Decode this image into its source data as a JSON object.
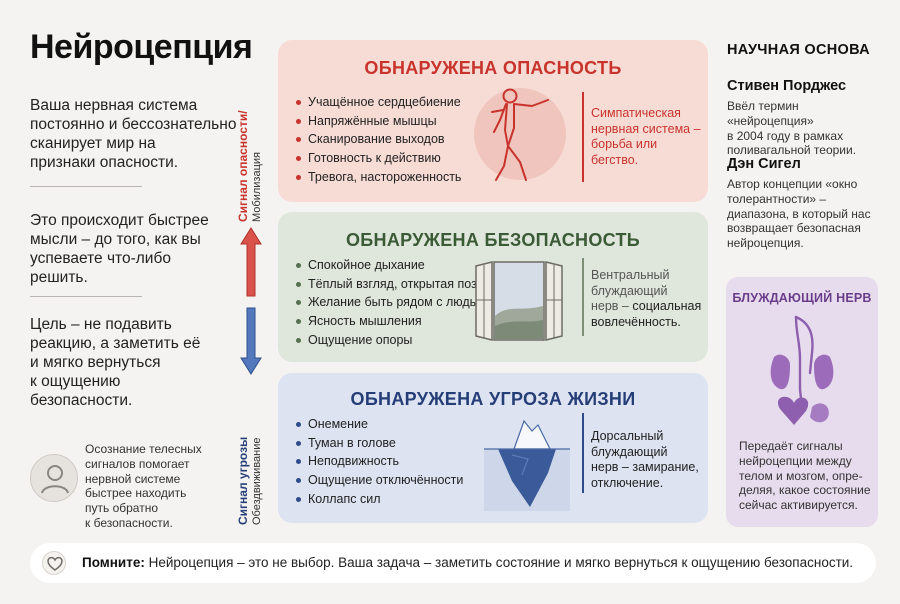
{
  "title": "Нейроцепция",
  "intro": [
    [
      "Ваша нервная система",
      "постоянно и бессознательно",
      "сканирует мир на",
      "признаки опасности."
    ],
    [
      "Это происходит быстрее",
      "мысли – до того, как вы",
      "успеваете что-либо",
      "решить."
    ],
    [
      "Цель – не подавить",
      "реакцию, а заметить её",
      "и мягко вернуться",
      "к ощущению",
      "безопасности."
    ]
  ],
  "awareness": {
    "icon": "person-icon",
    "lines": [
      "Осознание телесных",
      "сигналов помогает",
      "нервной системе",
      "быстрее находить",
      "путь обратно",
      "к безопасности."
    ]
  },
  "axis": {
    "up_label": "Сигнал опасности/",
    "up_sub": "Мобилизация",
    "down_label": "Сигнал угрозы",
    "down_sub": "Обездвиживание",
    "up_color": "#c8332c",
    "down_color": "#3a5a9a"
  },
  "panels": {
    "danger": {
      "title": "ОБНАРУЖЕНА ОПАСНОСТЬ",
      "items": [
        "Учащённое сердцебиение",
        "Напряжённые мышцы",
        "Сканирование выходов",
        "Готовность к действию",
        "Тревога, настороженность"
      ],
      "side": [
        "Симпатическая",
        "нервная система –",
        "борьба или",
        "бегство."
      ],
      "picture": "fighting-figure-icon",
      "color": "#c8332c"
    },
    "safety": {
      "title": "ОБНАРУЖЕНА БЕЗОПАСНОСТЬ",
      "items": [
        "Спокойное дыхание",
        "Тёплый взгляд, открытая поза",
        "Желание быть рядом с людьми",
        "Ясность мышления",
        "Ощущение опоры"
      ],
      "side": [
        "Вентральный",
        "блуждающий",
        "нерв –",
        "социальная",
        "вовлечённость."
      ],
      "picture": "open-window-icon",
      "color": "#3b5a36"
    },
    "threat": {
      "title": "ОБНАРУЖЕНА УГРОЗА ЖИЗНИ",
      "items": [
        "Онемение",
        "Туман в голове",
        "Неподвижность",
        "Ощущение отключённости",
        "Коллапс сил"
      ],
      "side": [
        "Дорсальный",
        "блуждающий",
        "нерв – замирание,",
        "отключение."
      ],
      "picture": "iceberg-icon",
      "color": "#253e78"
    }
  },
  "science": {
    "heading": "НАУЧНАЯ ОСНОВА",
    "people": [
      {
        "name": "Стивен Порджес",
        "lines": [
          "Ввёл термин «нейроцепция»",
          "в 2004 году в рамках",
          "поливагальной теории."
        ]
      },
      {
        "name": "Дэн Сигел",
        "lines": [
          "Автор концепции «окно",
          "толерантности» –",
          "диапазона, в который нас",
          "возвращает безопасная",
          "нейроцепция."
        ]
      }
    ]
  },
  "vagus": {
    "title": "БЛУЖДАЮЩИЙ НЕРВ",
    "picture": "vagus-nerve-icon",
    "lines": [
      "Передаёт сигналы",
      "нейроцепции между",
      "телом и мозгом, опре-",
      "деляя, какое состояние",
      "сейчас активируется."
    ],
    "color": "#6a3d8a"
  },
  "footer": {
    "icon": "heart-icon",
    "label": "Помните:",
    "text": "Нейроцепция – это не выбор. Ваша задача – заметить состояние и мягко вернуться к ощущению безопасности."
  }
}
